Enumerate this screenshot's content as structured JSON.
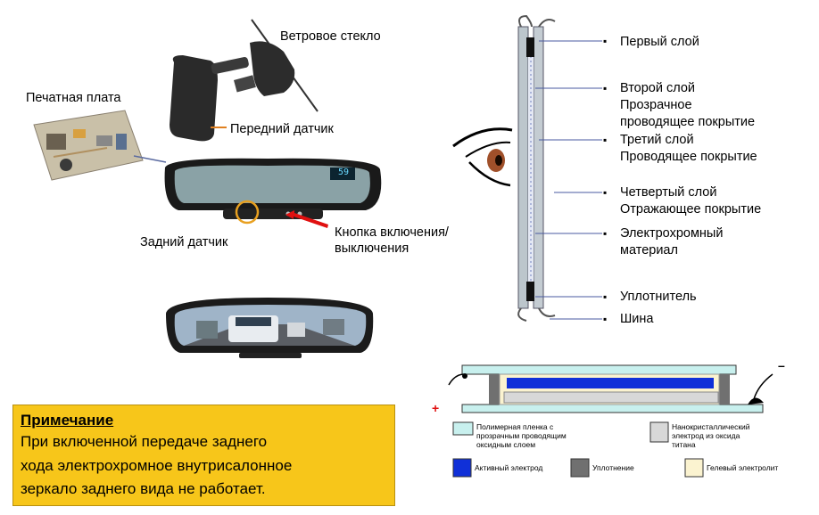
{
  "labels": {
    "windshield": "Ветровое стекло",
    "pcb": "Печатная плата",
    "front_sensor": "Передний датчик",
    "rear_sensor": "Задний датчик",
    "power_button": "Кнопка включения/\nвыключения"
  },
  "mirror_display": "59",
  "layers": [
    "Первый слой",
    "Второй слой\nПрозрачное\nпроводящее покрытие",
    "Третий слой\nПроводящее покрытие",
    "Четвертый слой\nОтражающее покрытие",
    "Электрохромный\nматериал",
    "Уплотнитель",
    "Шина"
  ],
  "note": {
    "title": "Примечание",
    "body": "При включенной передаче заднего\nхода электрохромное внутрисалонное\nзеркало заднего вида не работает."
  },
  "cross_section": {
    "plus": "+",
    "minus": "–",
    "legend": [
      "Полимерная пленка с\nпрозрачным проводящим\nоксидным слоем",
      "Нанокристаллический\nэлектрод из оксида\nтитана",
      "Активный электрод",
      "Уплотнение",
      "Гелевый электролит"
    ]
  },
  "colors": {
    "note_bg": "#f7c61a",
    "polymer_film": "#c8f0ee",
    "active_electrode": "#1030d8",
    "seal": "#707070",
    "gel": "#fbf3d0",
    "arrow_red": "#e01010",
    "sensor_ring": "#e8a020"
  }
}
